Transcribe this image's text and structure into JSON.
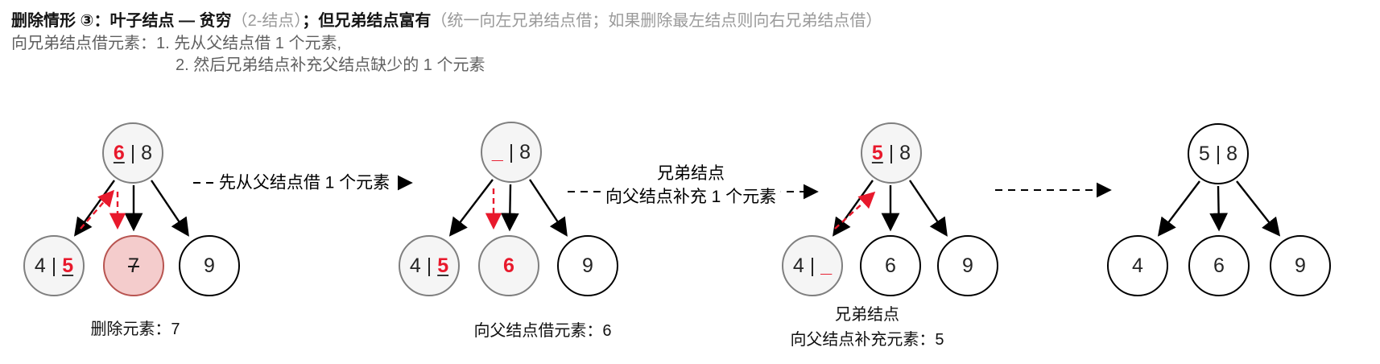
{
  "header": {
    "line1_bold1": "删除情形 ③：叶子结点 — 贫穷",
    "line1_gray1": "（2-结点）",
    "line1_bold2": "；但兄弟结点富有",
    "line1_gray2": "（统一向左兄弟结点借；如果删除最左结点则向右兄弟结点借）",
    "line2": "向兄弟结点借元素：1. 先从父结点借 1 个元素,",
    "line3": "2. 然后兄弟结点补充父结点缺少的 1 个元素"
  },
  "flow_labels": {
    "step1": "先从父结点借 1 个元素",
    "step2_line1": "兄弟结点",
    "step2_line2": "向父结点补充 1 个元素"
  },
  "captions": {
    "tree1": "删除元素：7",
    "tree2": "向父结点借元素：6",
    "tree3_line1": "兄弟结点",
    "tree3_line2": "向父结点补充元素：5"
  },
  "trees": [
    {
      "root": {
        "pre": "",
        "hl": "6",
        "post": " | 8"
      },
      "left": {
        "pre": "4 | ",
        "hl": "5",
        "post": ""
      },
      "mid": {
        "text": "7"
      },
      "right": {
        "text": "9"
      }
    },
    {
      "root": {
        "pre": "",
        "hl": "_",
        "post": " | 8"
      },
      "left": {
        "pre": "4 | ",
        "hl": "5",
        "post": ""
      },
      "mid": {
        "hl": "6"
      },
      "right": {
        "text": "9"
      }
    },
    {
      "root": {
        "pre": "",
        "hl": "5",
        "post": " | 8"
      },
      "left": {
        "pre": "4 | ",
        "hl": "_",
        "post": ""
      },
      "mid": {
        "text": "6"
      },
      "right": {
        "text": "9"
      }
    },
    {
      "root": {
        "text": "5 | 8"
      },
      "left": {
        "text": "4"
      },
      "mid": {
        "text": "6"
      },
      "right": {
        "text": "9"
      }
    }
  ],
  "colors": {
    "highlight_red": "#e8192c",
    "deleted_node_fill": "#f4cccc",
    "deleted_node_border": "#b85450",
    "node_gray_fill": "#f5f5f5",
    "node_gray_border": "#7f7f7f"
  }
}
